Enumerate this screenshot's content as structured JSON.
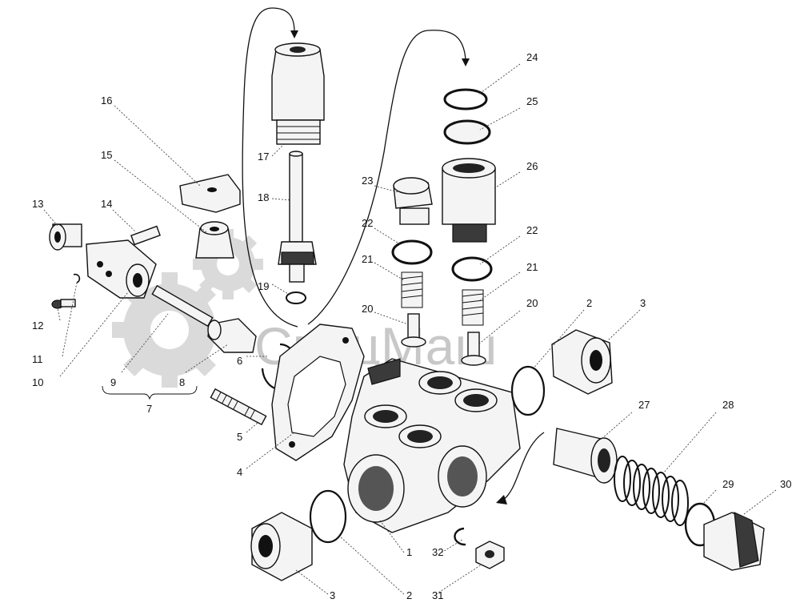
{
  "watermark": "СпецМаш",
  "group_brace_label": "7",
  "part_labels": [
    {
      "id": "lbl-1",
      "text": "1"
    },
    {
      "id": "lbl-2a",
      "text": "2"
    },
    {
      "id": "lbl-2b",
      "text": "2"
    },
    {
      "id": "lbl-3a",
      "text": "3"
    },
    {
      "id": "lbl-3b",
      "text": "3"
    },
    {
      "id": "lbl-4",
      "text": "4"
    },
    {
      "id": "lbl-5",
      "text": "5"
    },
    {
      "id": "lbl-6",
      "text": "6"
    },
    {
      "id": "lbl-8",
      "text": "8"
    },
    {
      "id": "lbl-9",
      "text": "9"
    },
    {
      "id": "lbl-10",
      "text": "10"
    },
    {
      "id": "lbl-11",
      "text": "11"
    },
    {
      "id": "lbl-12",
      "text": "12"
    },
    {
      "id": "lbl-13",
      "text": "13"
    },
    {
      "id": "lbl-14",
      "text": "14"
    },
    {
      "id": "lbl-15",
      "text": "15"
    },
    {
      "id": "lbl-16",
      "text": "16"
    },
    {
      "id": "lbl-17",
      "text": "17"
    },
    {
      "id": "lbl-18",
      "text": "18"
    },
    {
      "id": "lbl-19",
      "text": "19"
    },
    {
      "id": "lbl-20a",
      "text": "20"
    },
    {
      "id": "lbl-20b",
      "text": "20"
    },
    {
      "id": "lbl-21a",
      "text": "21"
    },
    {
      "id": "lbl-21b",
      "text": "21"
    },
    {
      "id": "lbl-22a",
      "text": "22"
    },
    {
      "id": "lbl-22b",
      "text": "22"
    },
    {
      "id": "lbl-23",
      "text": "23"
    },
    {
      "id": "lbl-24",
      "text": "24"
    },
    {
      "id": "lbl-25",
      "text": "25"
    },
    {
      "id": "lbl-26",
      "text": "26"
    },
    {
      "id": "lbl-27",
      "text": "27"
    },
    {
      "id": "lbl-28",
      "text": "28"
    },
    {
      "id": "lbl-29",
      "text": "29"
    },
    {
      "id": "lbl-30",
      "text": "30"
    },
    {
      "id": "lbl-31",
      "text": "31"
    },
    {
      "id": "lbl-32",
      "text": "32"
    }
  ]
}
